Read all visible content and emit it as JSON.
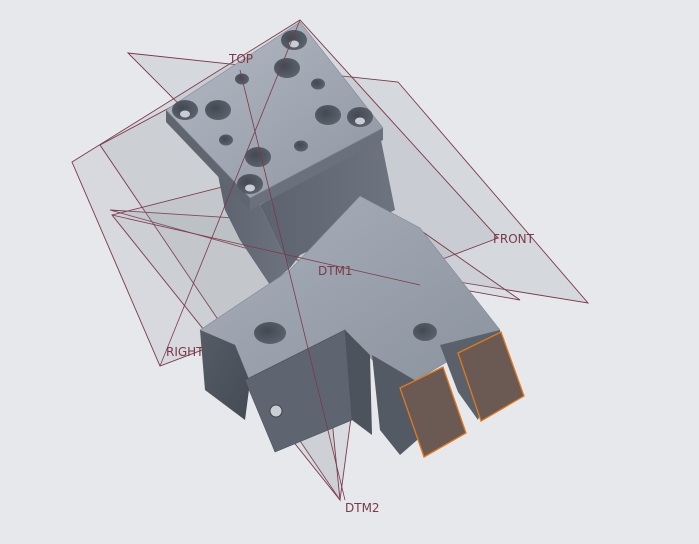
{
  "viewport": {
    "background_color": "#e6e8ec",
    "datum_plane_color": "#7a3a48",
    "part_color": "#8c949e",
    "selected_face_color": "#6b5a54",
    "selected_edge_color": "#e07a20"
  },
  "datums": {
    "top": "TOP",
    "front": "FRONT",
    "right": "RIGHT",
    "dtm1": "DTM1",
    "dtm2": "DTM2"
  }
}
